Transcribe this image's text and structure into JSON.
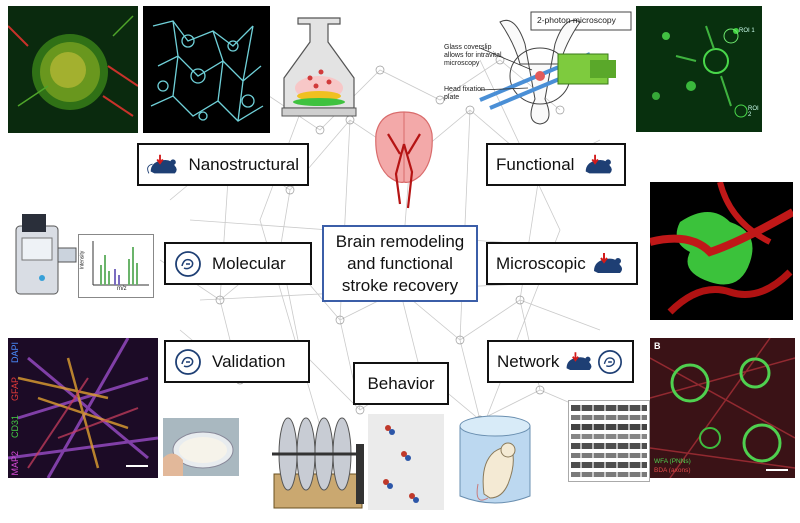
{
  "center": {
    "line1": "Brain remodeling",
    "line2": "and functional",
    "line3": "stroke recovery"
  },
  "labels": {
    "nanostructural": "Nanostructural",
    "functional": "Functional",
    "molecular": "Molecular",
    "microscopic": "Microscopic",
    "validation": "Validation",
    "network": "Network",
    "behavior": "Behavior"
  },
  "microscopy": {
    "title": "2-photon microscopy",
    "coverslip": "Glass coverslip allows for intravital microscopy",
    "head_fixation": "Head fixation plate"
  },
  "spectrum": {
    "ylabel": "Intensity",
    "xlabel": "m/z"
  },
  "roi": {
    "roi1": "ROI 1",
    "roi2": "ROI 2"
  },
  "stain_left": {
    "dapi": "DAPI",
    "gfap": "GFAP",
    "cd31": "CD31",
    "map2": "MAP2"
  },
  "stain_right": {
    "panel": "B",
    "wfa": "WFA (PNNs)",
    "bda": "BDA (axons)"
  },
  "icons": [
    "mouse-icon",
    "molecule-icon",
    "brain-icon"
  ],
  "colors": {
    "center_border": "#3b5ea8",
    "mouse_blue": "#1e3f74",
    "arrow_red": "#d21a1a"
  }
}
